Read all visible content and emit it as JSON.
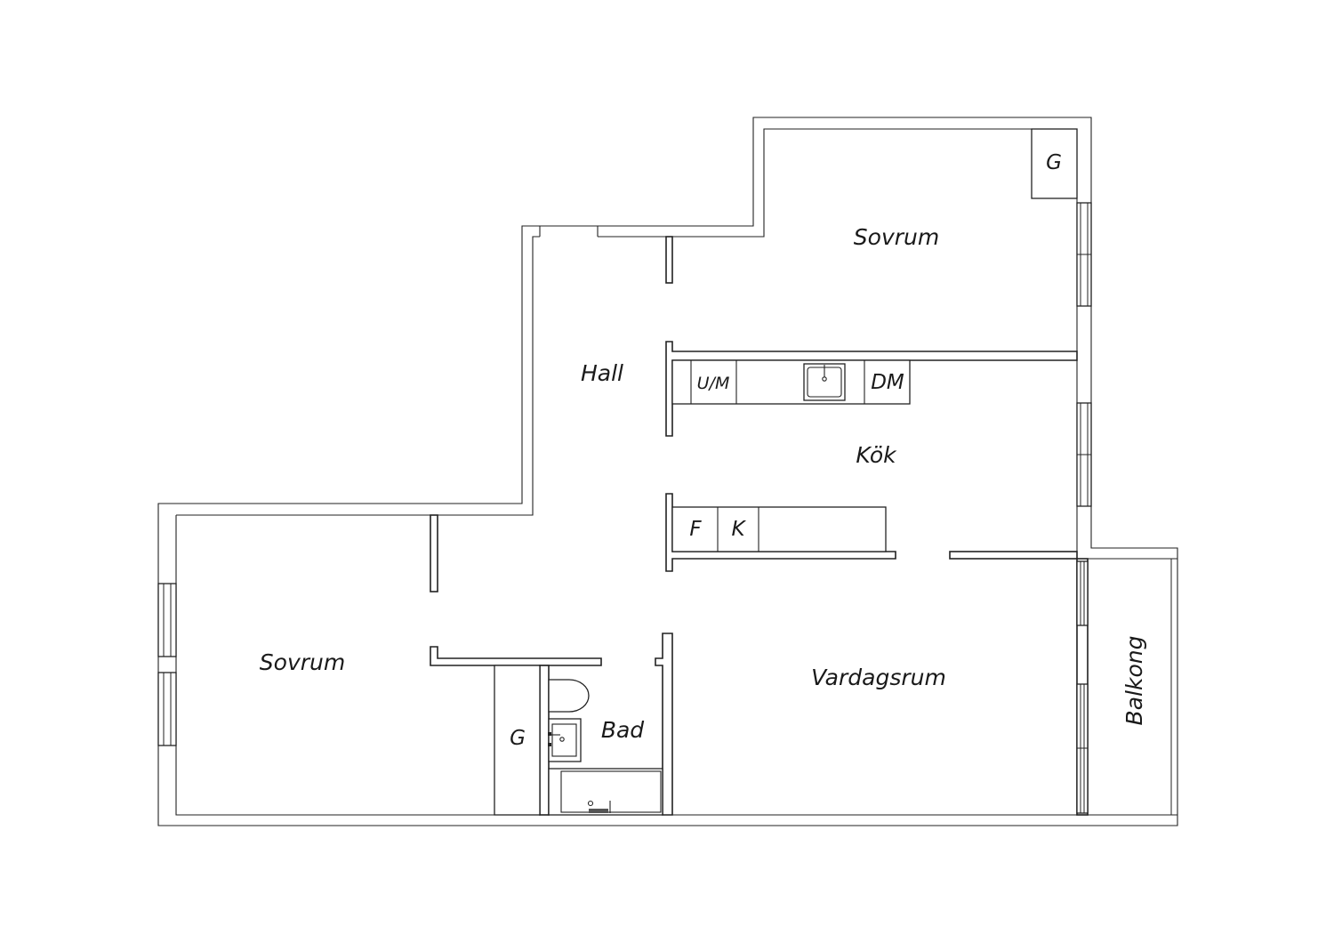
{
  "rooms": {
    "bedroom_top": "Sovrum",
    "bedroom_left": "Sovrum",
    "hall": "Hall",
    "kitchen": "Kök",
    "living_room": "Vardagsrum",
    "bathroom": "Bad",
    "balcony": "Balkong"
  },
  "fixtures": {
    "wardrobe_top": "G",
    "wardrobe_left": "G",
    "washer": "U/M",
    "dishwasher": "DM",
    "freezer": "F",
    "fridge": "K"
  },
  "colors": {
    "line": "#222222",
    "fill": "#ffffff"
  }
}
